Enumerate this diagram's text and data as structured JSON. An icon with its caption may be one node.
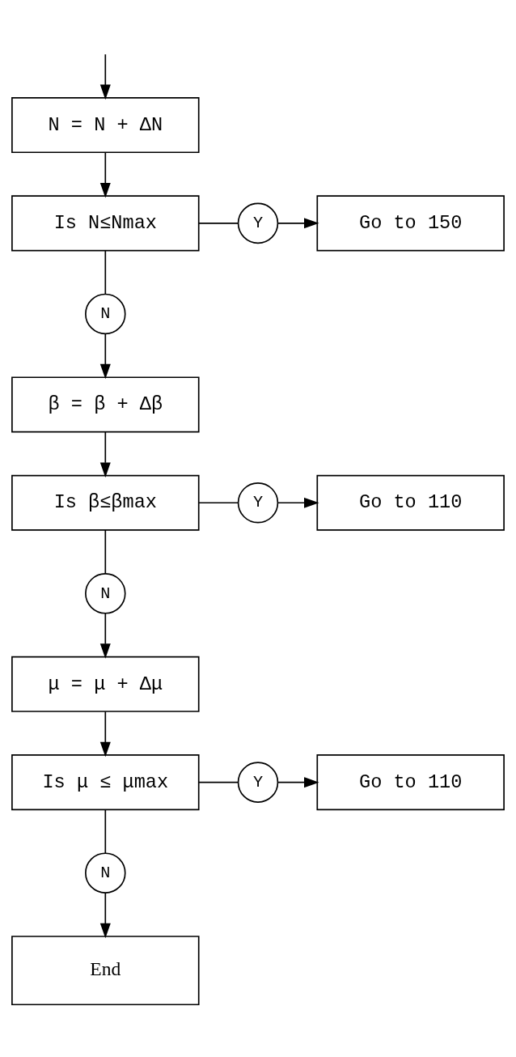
{
  "diagram": {
    "nodes": [
      {
        "text": [
          "N = N + ΔN"
        ]
      },
      {
        "text": [
          "Is N≤Nmax"
        ]
      },
      {
        "text": [
          "Y"
        ]
      },
      {
        "text": [
          "Go to 150"
        ]
      },
      {
        "text": [
          "N"
        ]
      },
      {
        "text": [
          "β = β + Δβ"
        ]
      },
      {
        "text": [
          "Is β≤βmax"
        ]
      },
      {
        "text": [
          "Y"
        ]
      },
      {
        "text": [
          "Go to 110"
        ]
      },
      {
        "text": [
          "N"
        ]
      },
      {
        "text": [
          "μ = μ + Δμ"
        ]
      },
      {
        "text": [
          "Is μ ≤ μmax"
        ]
      },
      {
        "text": [
          "Y"
        ]
      },
      {
        "text": [
          "Go to 110"
        ]
      },
      {
        "text": [
          "N"
        ]
      },
      {
        "text": [
          "End"
        ]
      }
    ],
    "edges": [
      {
        "from": null,
        "to": 0,
        "arrow": "to"
      },
      {
        "from": 0,
        "to": 1,
        "arrow": "to"
      },
      {
        "from": 1,
        "to": 2,
        "arrow": "none"
      },
      {
        "from": 2,
        "to": 3,
        "arrow": "to"
      },
      {
        "from": 1,
        "to": 4,
        "arrow": "none"
      },
      {
        "from": 4,
        "to": 5,
        "arrow": "to"
      },
      {
        "from": 5,
        "to": 6,
        "arrow": "to"
      },
      {
        "from": 6,
        "to": 7,
        "arrow": "none"
      },
      {
        "from": 7,
        "to": 8,
        "arrow": "to"
      },
      {
        "from": 6,
        "to": 9,
        "arrow": "none"
      },
      {
        "from": 9,
        "to": 10,
        "arrow": "to"
      },
      {
        "from": 10,
        "to": 11,
        "arrow": "to"
      },
      {
        "from": 11,
        "to": 12,
        "arrow": "none"
      },
      {
        "from": 12,
        "to": 13,
        "arrow": "to"
      },
      {
        "from": 11,
        "to": 14,
        "arrow": "none"
      },
      {
        "from": 14,
        "to": 15,
        "arrow": "to"
      }
    ]
  }
}
